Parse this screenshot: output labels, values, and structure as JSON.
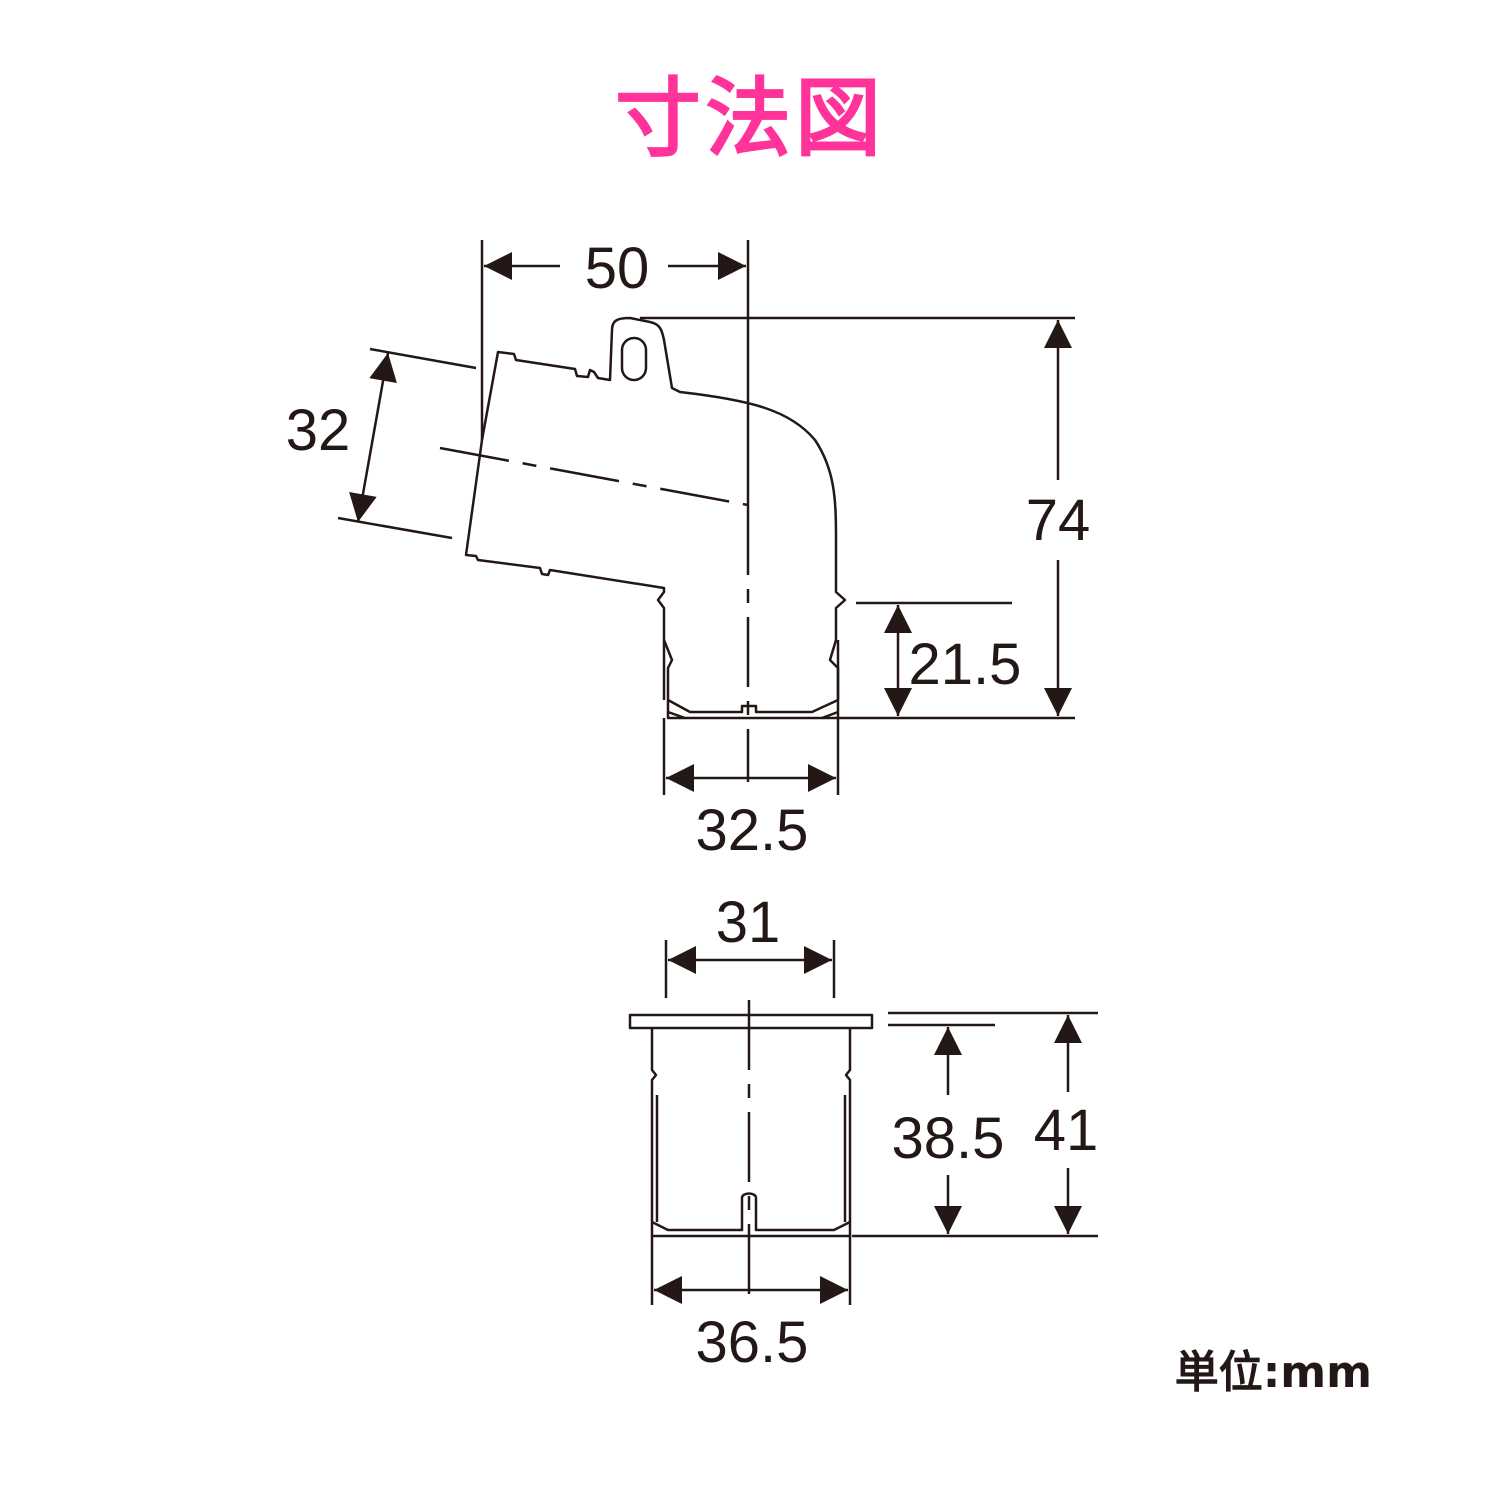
{
  "title": "寸法図",
  "colors": {
    "title": "#ff3399",
    "line": "#231815",
    "background": "#ffffff"
  },
  "elbow": {
    "dims": {
      "top_width": "50",
      "inlet_diameter": "32",
      "total_height": "74",
      "insert_depth": "21.5",
      "outlet_width": "32.5"
    }
  },
  "socket": {
    "dims": {
      "inner_width": "31",
      "inner_height": "38.5",
      "total_height": "41",
      "outer_width": "36.5"
    }
  },
  "unit_label": "単位:mm"
}
